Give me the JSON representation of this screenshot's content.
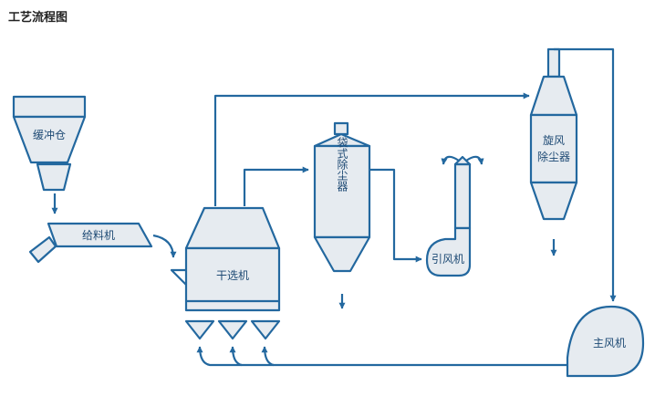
{
  "title": "工艺流程图",
  "nodes": {
    "buffer_bin": "缓冲仓",
    "feeder": "给料机",
    "dry_separator": "干选机",
    "bag_dust_collector": "袋式除尘器",
    "induced_fan": "引风机",
    "cyclone_dust_collector": "旋风除尘器",
    "main_fan": "主风机"
  },
  "colors": {
    "stroke": "#23689f",
    "fill": "#e6ebf0",
    "label": "#1e4a74"
  }
}
